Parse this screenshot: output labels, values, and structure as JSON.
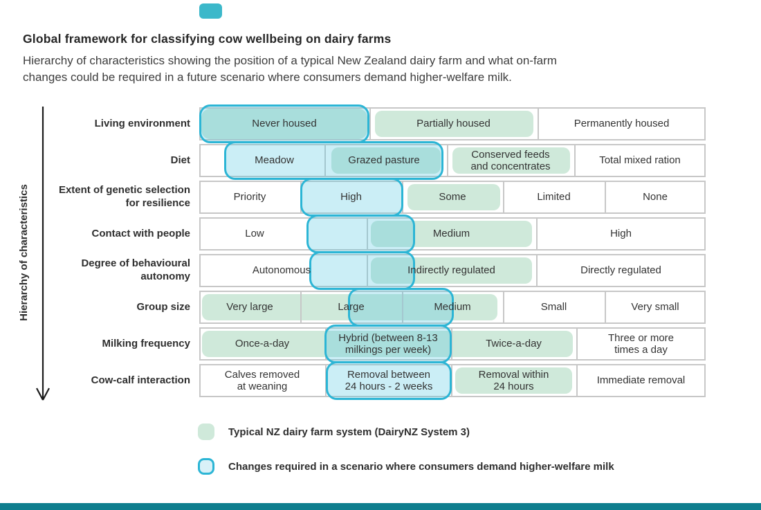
{
  "header": {
    "title": "Global framework for classifying cow wellbeing on dairy farms",
    "subtitle": "Hierarchy of characteristics showing the position of a typical New Zealand dairy farm and what on-farm\nchanges could be required in a future scenario where consumers demand higher-welfare milk."
  },
  "axis": {
    "label": "Hierarchy of characteristics"
  },
  "colors": {
    "typical_green": "#cfe9da",
    "change_outline": "#2cb5d5",
    "change_fill": "#d9f1f8",
    "overlap_teal": "#a9dcca",
    "grid_gray": "#c7c7c7",
    "footer_teal": "#0f7e8e",
    "accent_teal": "#3cb8ca"
  },
  "rows": [
    {
      "label": "Living environment",
      "cells": [
        "Never housed",
        "Partially housed",
        "Permanently housed"
      ],
      "typical": [
        "Never housed",
        "Partially housed"
      ],
      "required_change": [
        "Never housed"
      ]
    },
    {
      "label": "Diet",
      "cells": [
        "Meadow",
        "Grazed pasture",
        "Conserved feeds\nand concentrates",
        "Total mixed ration"
      ],
      "typical": [
        "Grazed pasture",
        "Conserved feeds and concentrates"
      ],
      "required_change": [
        "Meadow",
        "Grazed pasture"
      ]
    },
    {
      "label": "Extent of genetic selection for resilience",
      "cells": [
        "Priority",
        "High",
        "Some",
        "Limited",
        "None"
      ],
      "typical": [
        "Some"
      ],
      "required_change": [
        "High"
      ]
    },
    {
      "label": "Contact with people",
      "cells": [
        "Low",
        "Medium",
        "High"
      ],
      "typical": [
        "Medium"
      ],
      "required_change": [
        "between Low and Medium"
      ]
    },
    {
      "label": "Degree of behavioural autonomy",
      "cells": [
        "Autonomous",
        "Indirectly regulated",
        "Directly regulated"
      ],
      "typical": [
        "Indirectly regulated"
      ],
      "required_change": [
        "between Autonomous and Indirectly regulated"
      ]
    },
    {
      "label": "Group size",
      "cells": [
        "Very large",
        "Large",
        "Medium",
        "Small",
        "Very small"
      ],
      "typical": [
        "Very large",
        "Large",
        "Medium"
      ],
      "required_change": [
        "between Large and Medium"
      ]
    },
    {
      "label": "Milking frequency",
      "cells": [
        "Once-a-day",
        "Hybrid (between 8-13\nmilkings per week)",
        "Twice-a-day",
        "Three or more\ntimes a day"
      ],
      "typical": [
        "Once-a-day",
        "Hybrid (between 8-13 milkings per week)",
        "Twice-a-day"
      ],
      "required_change": [
        "Hybrid (between 8-13 milkings per week)"
      ]
    },
    {
      "label": "Cow-calf interaction",
      "cells": [
        "Calves removed\nat weaning",
        "Removal between\n24 hours - 2 weeks",
        "Removal within\n24 hours",
        "Immediate removal"
      ],
      "typical": [
        "Removal within 24 hours"
      ],
      "required_change": [
        "Removal between 24 hours - 2 weeks"
      ]
    }
  ],
  "legend": [
    {
      "label": "Typical NZ dairy farm system (DairyNZ System 3)",
      "swatch": "green-fill"
    },
    {
      "label": "Changes required in a scenario where consumers demand higher-welfare milk",
      "swatch": "cyan-outlined"
    }
  ]
}
